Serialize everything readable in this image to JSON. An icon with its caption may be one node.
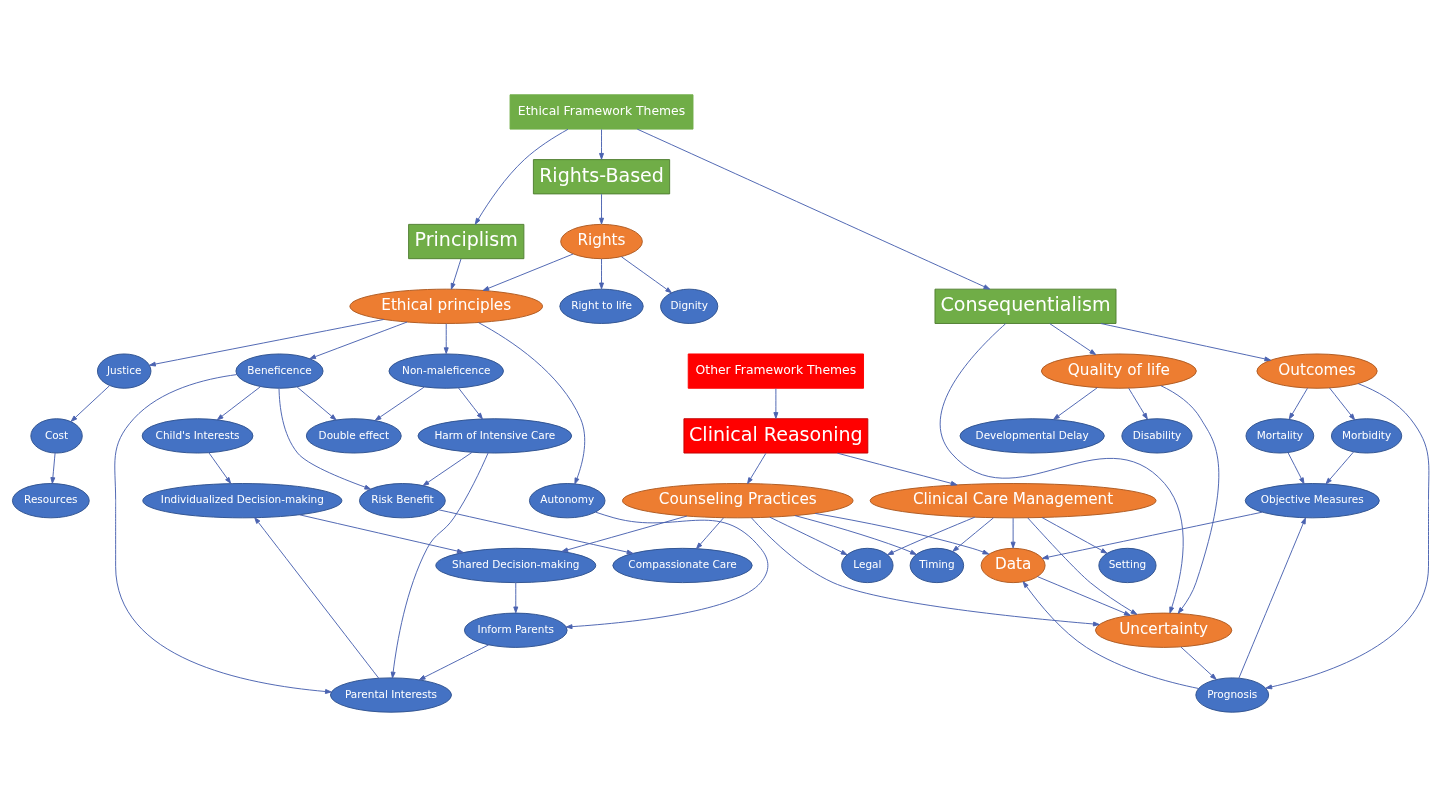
{
  "diagram": {
    "nodes": [
      {
        "text": [
          "Ethical Framework Themes"
        ]
      },
      {
        "text": [
          "Principlism"
        ]
      },
      {
        "text": [
          "Rights-Based"
        ]
      },
      {
        "text": [
          "Consequentialism"
        ]
      },
      {
        "text": [
          "Ethical principles"
        ]
      },
      {
        "text": [
          "Rights"
        ]
      },
      {
        "text": [
          "Outcomes"
        ]
      },
      {
        "text": [
          "Quality of life"
        ]
      },
      {
        "text": [
          "Justice"
        ]
      },
      {
        "text": [
          "Beneficence"
        ]
      },
      {
        "text": [
          "Autonomy"
        ]
      },
      {
        "text": [
          "Non-maleficence"
        ]
      },
      {
        "text": [
          "Harm of Intensive Care"
        ]
      },
      {
        "text": [
          "Mortality"
        ]
      },
      {
        "text": [
          "Morbidity"
        ]
      },
      {
        "text": [
          "Prognosis"
        ]
      },
      {
        "text": [
          "Disability"
        ]
      },
      {
        "text": [
          "Developmental Delay"
        ]
      },
      {
        "text": [
          "Right to life"
        ]
      },
      {
        "text": [
          "Dignity"
        ]
      },
      {
        "text": [
          "Objective Measures"
        ]
      },
      {
        "text": [
          "Cost"
        ]
      },
      {
        "text": [
          "Child's Interests"
        ]
      },
      {
        "text": [
          "Parental Interests"
        ]
      },
      {
        "text": [
          "Double effect"
        ]
      },
      {
        "text": [
          "Risk Benefit"
        ]
      },
      {
        "text": [
          "Compassionate Care"
        ]
      },
      {
        "text": [
          "Timing"
        ]
      },
      {
        "text": [
          "Setting"
        ]
      },
      {
        "text": [
          "Uncertainty"
        ]
      },
      {
        "text": [
          "Resources"
        ]
      },
      {
        "text": [
          "Inform Parents"
        ]
      },
      {
        "text": [
          "Legal"
        ]
      },
      {
        "text": [
          "Data"
        ]
      },
      {
        "text": [
          "Individualized Decision-making"
        ]
      },
      {
        "text": [
          "Shared Decision-making"
        ]
      },
      {
        "text": [
          "Counseling Practices"
        ]
      },
      {
        "text": [
          "Clinical Care Management"
        ]
      },
      {
        "text": [
          "Clinical Reasoning"
        ]
      },
      {
        "text": [
          "Other Framework Themes"
        ]
      }
    ],
    "edges": [
      {
        "from": 0,
        "to": 1,
        "arrow": "to"
      },
      {
        "from": 0,
        "to": 2,
        "arrow": "to"
      },
      {
        "from": 0,
        "to": 3,
        "arrow": "to"
      },
      {
        "from": 1,
        "to": 4,
        "arrow": "to"
      },
      {
        "from": 2,
        "to": 5,
        "arrow": "to"
      },
      {
        "from": 3,
        "to": 6,
        "arrow": "to"
      },
      {
        "from": 3,
        "to": 29,
        "arrow": "to"
      },
      {
        "from": 3,
        "to": 7,
        "arrow": "to"
      },
      {
        "from": 5,
        "to": 4,
        "arrow": "to"
      },
      {
        "from": 4,
        "to": 8,
        "arrow": "to"
      },
      {
        "from": 4,
        "to": 9,
        "arrow": "to"
      },
      {
        "from": 4,
        "to": 10,
        "arrow": "to"
      },
      {
        "from": 4,
        "to": 11,
        "arrow": "to"
      },
      {
        "from": 11,
        "to": 12,
        "arrow": "to"
      },
      {
        "from": 11,
        "to": 24,
        "arrow": "to"
      },
      {
        "from": 5,
        "to": 18,
        "arrow": "to"
      },
      {
        "from": 5,
        "to": 19,
        "arrow": "to"
      },
      {
        "from": 6,
        "to": 13,
        "arrow": "to"
      },
      {
        "from": 6,
        "to": 14,
        "arrow": "to"
      },
      {
        "from": 6,
        "to": 15,
        "arrow": "to"
      },
      {
        "from": 13,
        "to": 20,
        "arrow": "to"
      },
      {
        "from": 14,
        "to": 20,
        "arrow": "to"
      },
      {
        "from": 15,
        "to": 20,
        "arrow": "to"
      },
      {
        "from": 7,
        "to": 16,
        "arrow": "to"
      },
      {
        "from": 7,
        "to": 17,
        "arrow": "to"
      },
      {
        "from": 7,
        "to": 29,
        "arrow": "to"
      },
      {
        "from": 29,
        "to": 15,
        "arrow": "to"
      },
      {
        "from": 15,
        "to": 33,
        "arrow": "to"
      },
      {
        "from": 20,
        "to": 33,
        "arrow": "to"
      },
      {
        "from": 8,
        "to": 21,
        "arrow": "to"
      },
      {
        "from": 21,
        "to": 30,
        "arrow": "to"
      },
      {
        "from": 9,
        "to": 22,
        "arrow": "to"
      },
      {
        "from": 9,
        "to": 23,
        "arrow": "to"
      },
      {
        "from": 9,
        "to": 24,
        "arrow": "to"
      },
      {
        "from": 9,
        "to": 25,
        "arrow": "to"
      },
      {
        "from": 12,
        "to": 23,
        "arrow": "to"
      },
      {
        "from": 10,
        "to": 31,
        "arrow": "to"
      },
      {
        "from": 12,
        "to": 25,
        "arrow": "to"
      },
      {
        "from": 25,
        "to": 26,
        "arrow": "to"
      },
      {
        "from": 22,
        "to": 34,
        "arrow": "to"
      },
      {
        "from": 23,
        "to": 34,
        "arrow": "to"
      },
      {
        "from": 31,
        "to": 23,
        "arrow": "to"
      },
      {
        "from": 35,
        "to": 31,
        "arrow": "to"
      },
      {
        "from": 34,
        "to": 35,
        "arrow": "to"
      },
      {
        "from": 36,
        "to": 35,
        "arrow": "to"
      },
      {
        "from": 36,
        "to": 26,
        "arrow": "to"
      },
      {
        "from": 36,
        "to": 27,
        "arrow": "to"
      },
      {
        "from": 36,
        "to": 32,
        "arrow": "to"
      },
      {
        "from": 37,
        "to": 27,
        "arrow": "to"
      },
      {
        "from": 37,
        "to": 32,
        "arrow": "to"
      },
      {
        "from": 37,
        "to": 28,
        "arrow": "to"
      },
      {
        "from": 36,
        "to": 33,
        "arrow": "to"
      },
      {
        "from": 36,
        "to": 29,
        "arrow": "to"
      },
      {
        "from": 37,
        "to": 33,
        "arrow": "to"
      },
      {
        "from": 37,
        "to": 29,
        "arrow": "to"
      },
      {
        "from": 33,
        "to": 29,
        "arrow": "to"
      },
      {
        "from": 38,
        "to": 36,
        "arrow": "to"
      },
      {
        "from": 38,
        "to": 37,
        "arrow": "to"
      },
      {
        "from": 39,
        "to": 38,
        "arrow": "to"
      }
    ]
  }
}
